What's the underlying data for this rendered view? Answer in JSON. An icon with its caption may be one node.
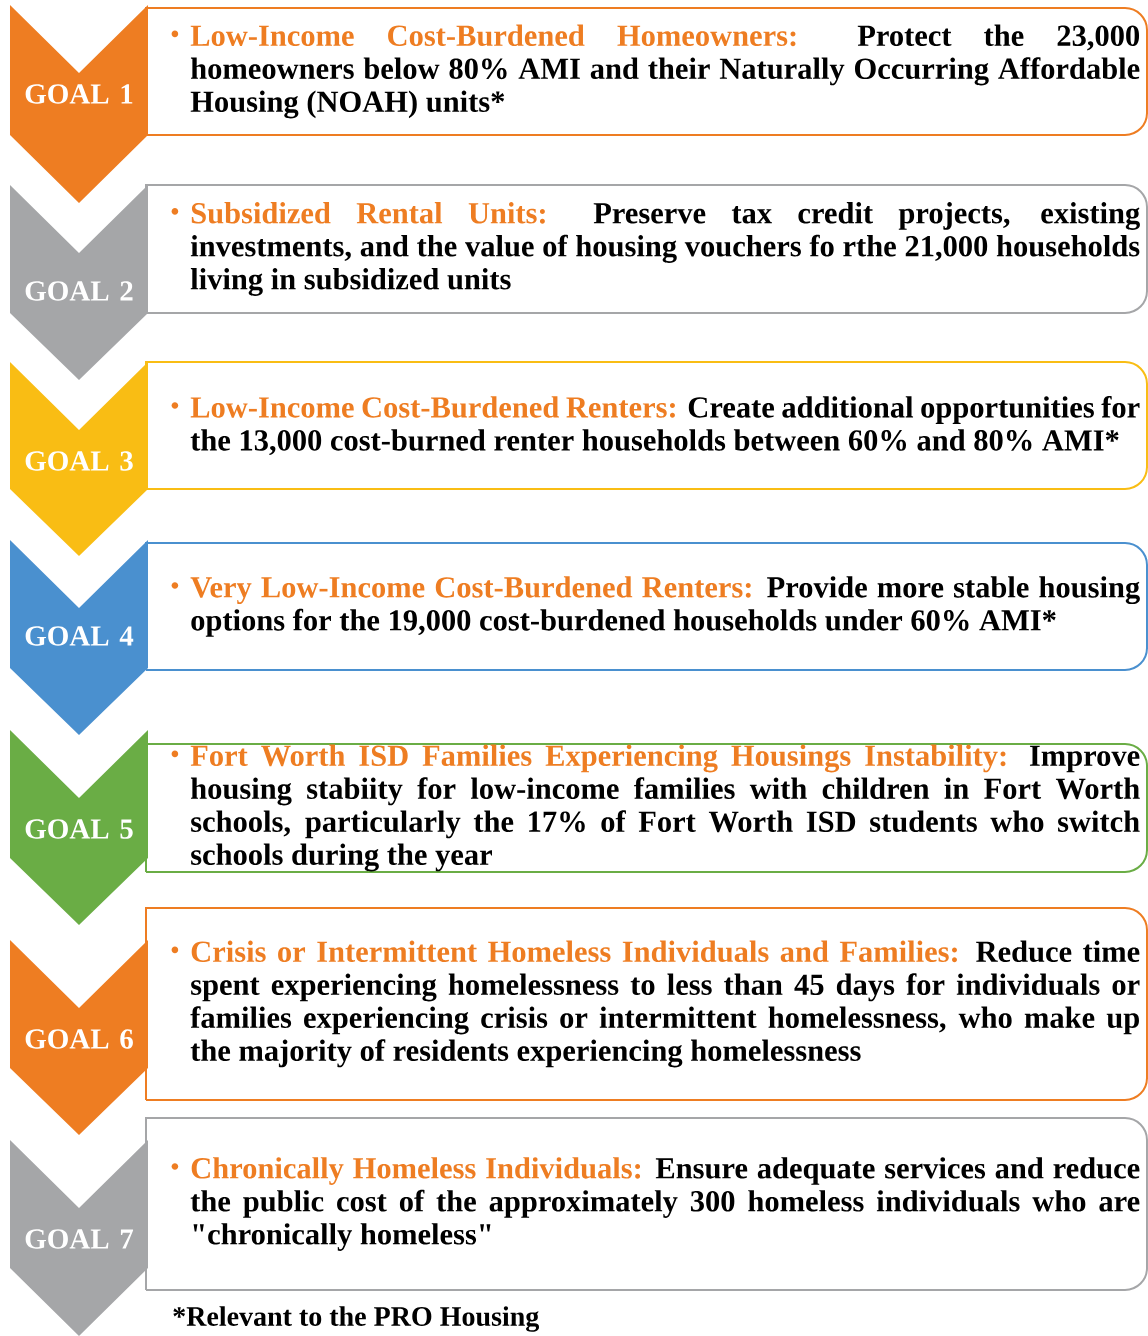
{
  "diagram": {
    "nodes": [
      {
        "text": [
          "GOAL 1"
        ]
      },
      {
        "text": [
          "Low-Income Cost-Burdened Homeowners:",
          "Protect the 23,000 homeowners below 80% AMI and their Naturally Occurring Affordable Housing (NOAH) units*"
        ]
      },
      {
        "text": [
          "GOAL 2"
        ]
      },
      {
        "text": [
          "Subsidized Rental Units:",
          "Preserve tax credit projects, existing investments, and the value of housing vouchers fo rthe 21,000 households living in subsidized units"
        ]
      },
      {
        "text": [
          "GOAL 3"
        ]
      },
      {
        "text": [
          "Low-Income Cost-Burdened Renters:",
          "Create additional opportunities for the 13,000 cost-burned renter households between 60% and 80% AMI*"
        ]
      },
      {
        "text": [
          "GOAL 4"
        ]
      },
      {
        "text": [
          "Very Low-Income Cost-Burdened Renters:",
          "Provide more stable housing options for the 19,000 cost-burdened households under 60% AMI*"
        ]
      },
      {
        "text": [
          "GOAL 5"
        ]
      },
      {
        "text": [
          "Fort Worth ISD Families Experiencing Housings Instability:",
          "Improve housing stabiity for low-income families with children in Fort Worth schools, particularly the 17% of Fort Worth ISD students who switch schools during the year"
        ]
      },
      {
        "text": [
          "GOAL 6"
        ]
      },
      {
        "text": [
          "Crisis or Intermittent Homeless Individuals and Families:",
          "Reduce time spent experiencing homelessness to less than 45 days for individuals or families experiencing crisis or intermittent homelessness, who make up the majority of residents experiencing homelessness"
        ]
      },
      {
        "text": [
          "GOAL 7"
        ]
      },
      {
        "text": [
          "Chronically Homeless Individuals:",
          "Ensure adequate services and reduce the public cost of the approximately 300 homeless individuals who are \"chronically homeless\""
        ]
      }
    ],
    "labels": [
      "*Relevant to the PRO Housing"
    ]
  }
}
